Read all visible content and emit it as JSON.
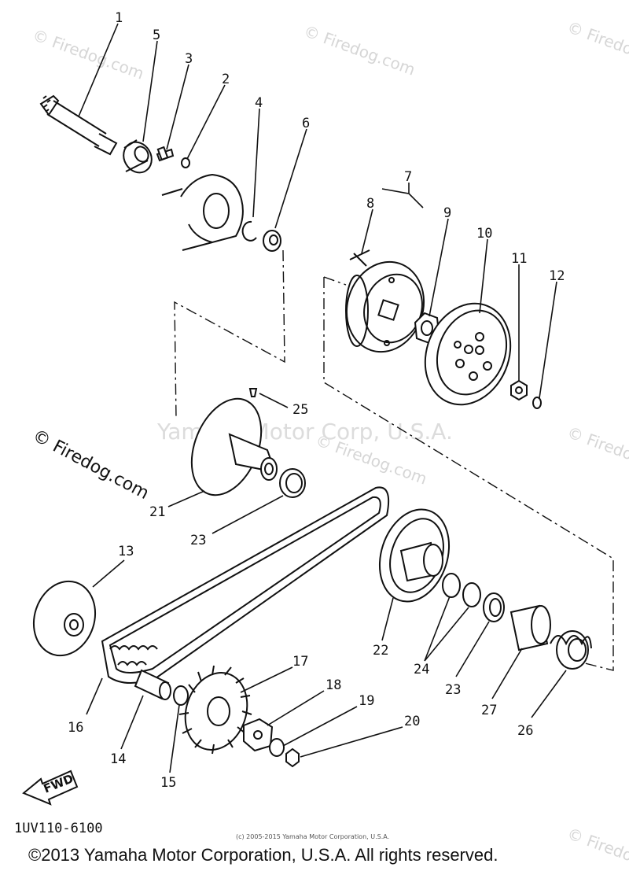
{
  "watermarks": {
    "site": "© Firedog.com",
    "corp": "Yamaha Motor Corp, U.S.A."
  },
  "callouts": [
    "1",
    "2",
    "3",
    "4",
    "5",
    "6",
    "7",
    "8",
    "9",
    "10",
    "11",
    "12",
    "13",
    "14",
    "15",
    "16",
    "17",
    "18",
    "19",
    "20",
    "21",
    "22",
    "23",
    "23",
    "24",
    "25",
    "26",
    "27"
  ],
  "diagram_code": "1UV110-6100",
  "fwd_label": "FWD",
  "small_credit": "(c) 2005-2015 Yamaha Motor Corporation, U.S.A.",
  "copyright": "©2013 Yamaha Motor Corporation, U.S.A. All rights reserved."
}
